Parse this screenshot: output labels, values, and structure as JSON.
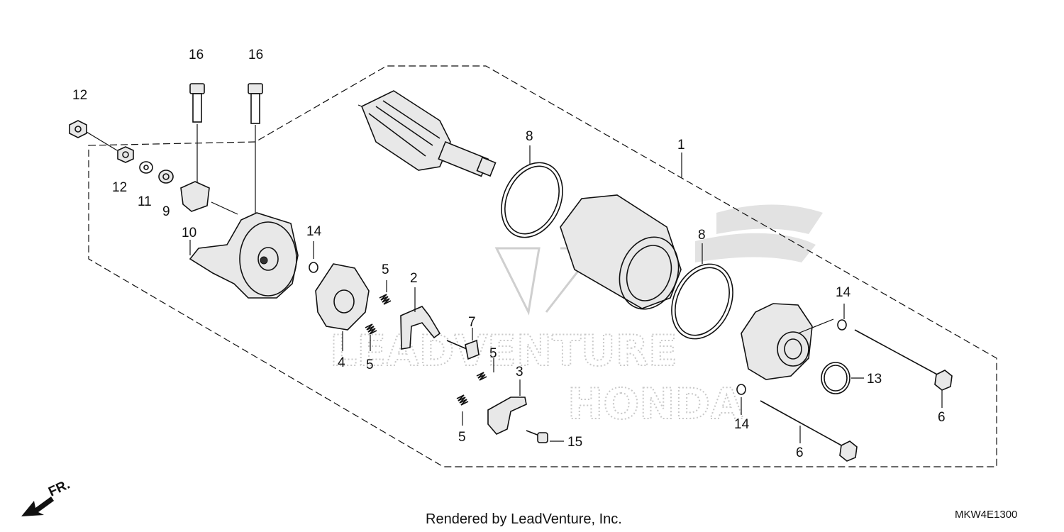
{
  "diagram": {
    "footer_text": "Rendered by LeadVenture, Inc.",
    "diagram_code": "MKW4E1300",
    "direction_label": "FR.",
    "watermark_text_1": "LEADVENTURE",
    "watermark_text_2": "HONDA",
    "callouts": {
      "c16a": "16",
      "c16b": "16",
      "c12a": "12",
      "c12b": "12",
      "c11": "11",
      "c9": "9",
      "c10": "10",
      "c14a": "14",
      "c5a": "5",
      "c2": "2",
      "c4": "4",
      "c5b": "5",
      "c7": "7",
      "c5c": "5",
      "c3": "3",
      "c5d": "5",
      "c15": "15",
      "c8a": "8",
      "c8b": "8",
      "c1": "1",
      "c14b": "14",
      "c13": "13",
      "c14c": "14",
      "c6a": "6",
      "c6b": "6"
    }
  }
}
